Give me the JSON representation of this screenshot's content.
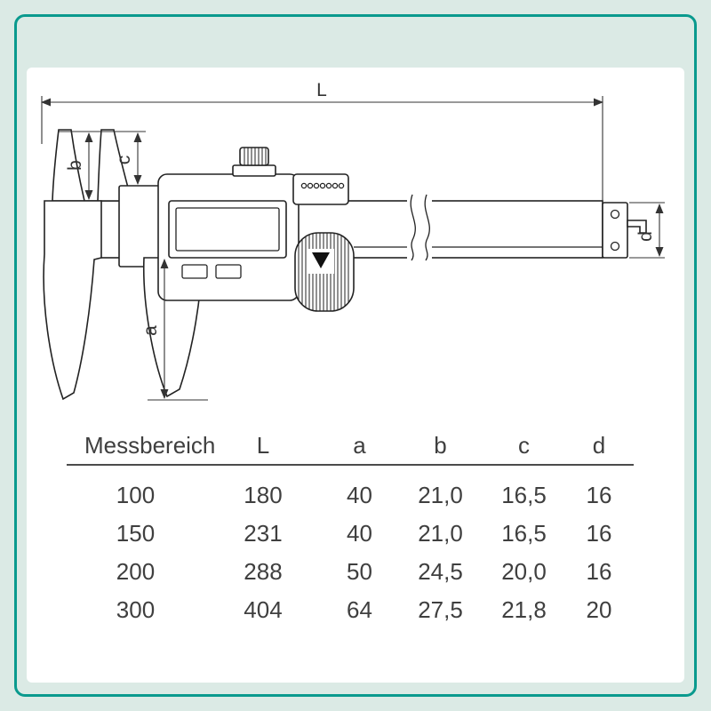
{
  "theme": {
    "bg": "#dbeae5",
    "accent": "#0a9a8e",
    "panel": "#ffffff",
    "ink": "#222222",
    "table_ink": "#3f3f3f"
  },
  "diagram": {
    "description": "digital-caliper-technical-drawing",
    "labels": {
      "L": "L",
      "a": "a",
      "b": "b",
      "c": "c",
      "d": "d"
    }
  },
  "table": {
    "headers": [
      "Messbereich",
      "L",
      "a",
      "b",
      "c",
      "d"
    ],
    "rows": [
      [
        "100",
        "180",
        "40",
        "21,0",
        "16,5",
        "16"
      ],
      [
        "150",
        "231",
        "40",
        "21,0",
        "16,5",
        "16"
      ],
      [
        "200",
        "288",
        "50",
        "24,5",
        "20,0",
        "16"
      ],
      [
        "300",
        "404",
        "64",
        "27,5",
        "21,8",
        "20"
      ]
    ]
  }
}
